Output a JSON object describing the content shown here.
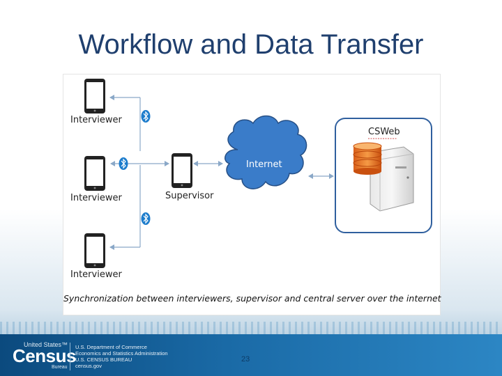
{
  "slide": {
    "title": "Workflow and Data Transfer",
    "page_number": "23"
  },
  "diagram": {
    "interviewer_label": "Interviewer",
    "supervisor_label": "Supervisor",
    "internet_label": "Internet",
    "server_label": "CSWeb",
    "caption": "Synchronization between interviewers, supervisor and central server over the internet"
  },
  "footer": {
    "logo_top": "United States™",
    "logo_main": "Census",
    "logo_sub": "Bureau",
    "dept_lines": [
      "U.S. Department of Commerce",
      "Economics and Statistics Administration",
      "U.S. CENSUS BUREAU",
      "census.gov"
    ]
  },
  "colors": {
    "title": "#1f3f6e",
    "cloud": "#3a7cc9",
    "server_box": "#2f5f9e",
    "arrow": "#8aa8c8",
    "bluetooth": "#1c7ccc",
    "footer": "#1a6aa6"
  },
  "icons": [
    "phone-icon",
    "bluetooth-icon",
    "cloud-icon",
    "server-icon",
    "database-icon"
  ]
}
